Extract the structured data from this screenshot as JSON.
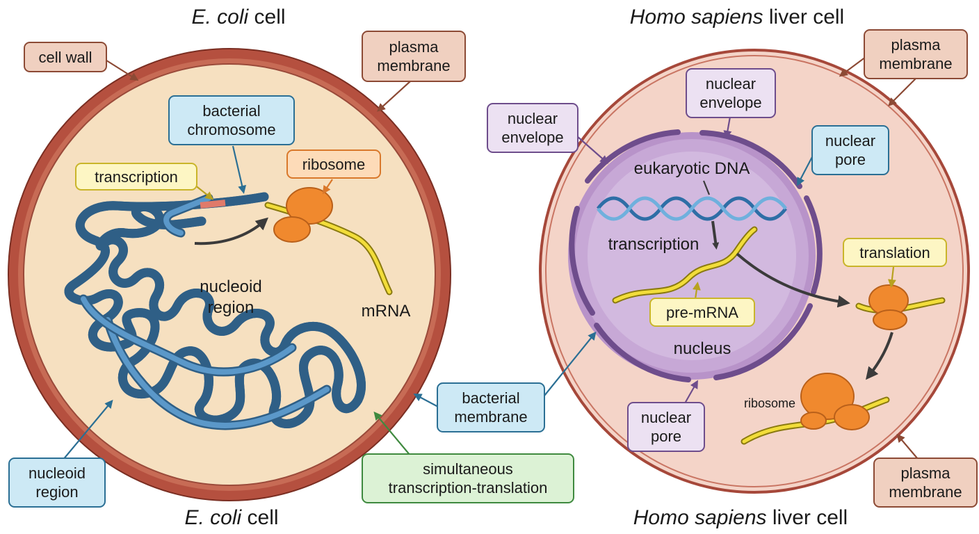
{
  "titles": {
    "ecoli_species": "E. coli",
    "ecoli_suffix": " cell",
    "homo_species": "Homo sapiens",
    "homo_suffix": " liver cell"
  },
  "ecoli": {
    "cell_wall": "cell wall",
    "plasma_membrane": "plasma\nmembrane",
    "bacterial_chromosome": "bacterial\nchromosome",
    "transcription": "transcription",
    "ribosome": "ribosome",
    "nucleoid_region_inside": "nucleoid\nregion",
    "mrna": "mRNA",
    "nucleoid_region": "nucleoid\nregion",
    "bacterial_membrane": "bacterial\nmembrane",
    "simultaneous": "simultaneous\ntranscription-translation"
  },
  "human": {
    "plasma_membrane_top": "plasma\nmembrane",
    "nuclear_envelope_top": "nuclear\nenvelope",
    "nuclear_envelope_left": "nuclear\nenvelope",
    "nuclear_pore_right": "nuclear\npore",
    "eukaryotic_dna": "eukaryotic DNA",
    "transcription": "transcription",
    "pre_mrna": "pre-mRNA",
    "nucleus": "nucleus",
    "translation": "translation",
    "ribosome": "ribosome",
    "nuclear_pore_bottom": "nuclear\npore",
    "plasma_membrane_bottom": "plasma\nmembrane"
  },
  "colors": {
    "cell_wall": "#b5503f",
    "ecoli_cytoplasm": "#f6e0c0",
    "human_cytoplasm": "#f4d4c8",
    "nucleus": "#b893c9",
    "dna": "#4a84b8",
    "mrna": "#f2dd3a",
    "ribosome": "#f0892e"
  }
}
